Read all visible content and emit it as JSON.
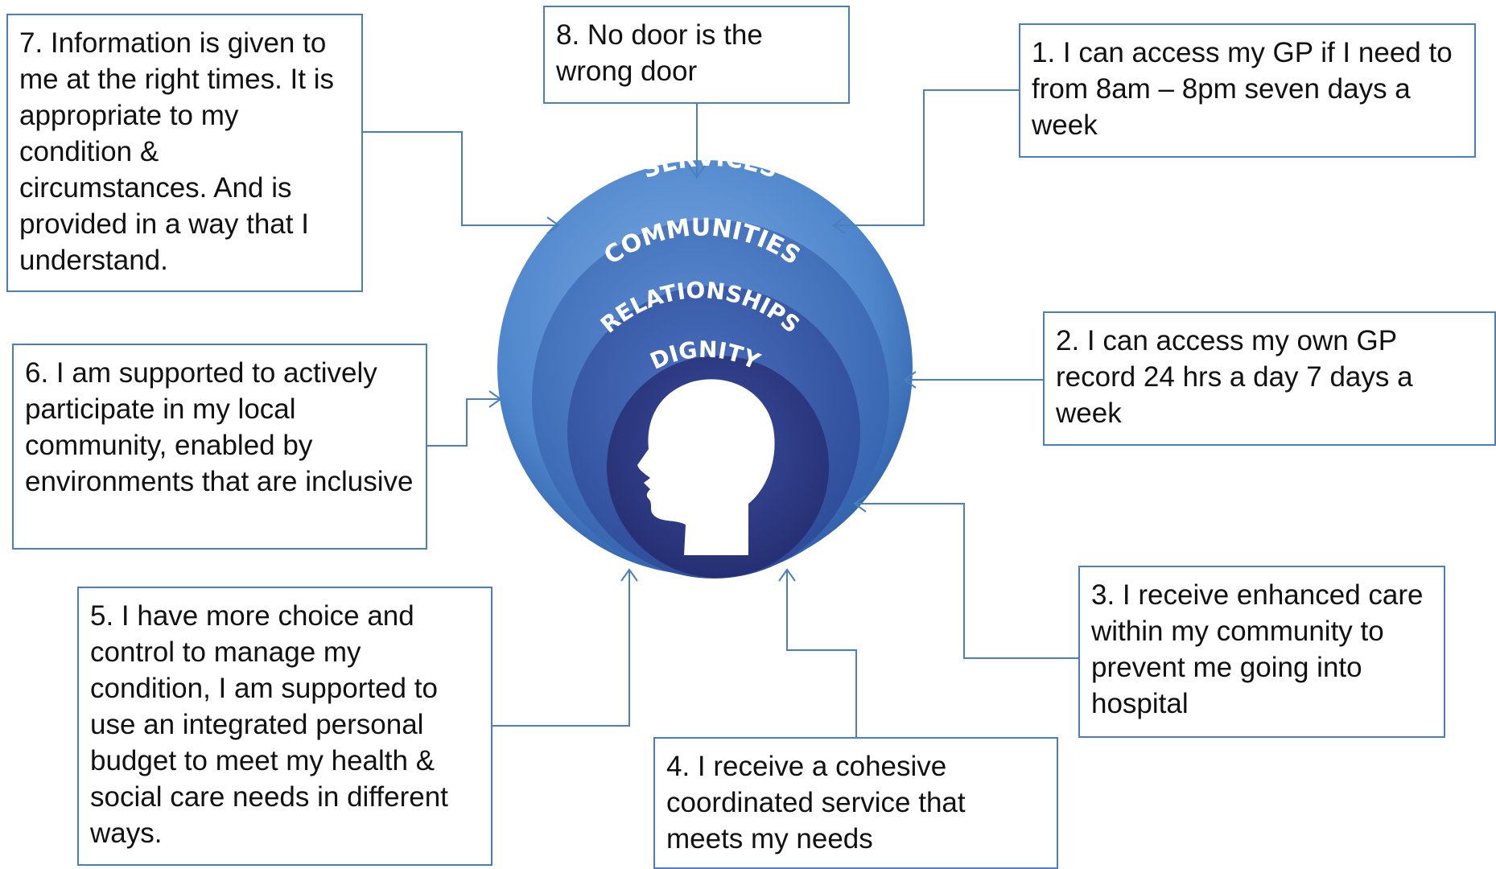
{
  "boxes": {
    "b1": "1. I can access my GP if I need to from 8am – 8pm seven days a week",
    "b2": "2. I can access my own GP record 24 hrs a day 7 days a week",
    "b3": "3. I receive enhanced care within my community to prevent me going into hospital",
    "b4": "4. I receive a cohesive coordinated service that meets my needs",
    "b5": "5. I have more choice and control to manage my condition, I am supported to use an integrated personal budget to meet my health & social care needs in different ways.",
    "b6": "6. I am supported to actively participate in my local community, enabled by environments that are inclusive",
    "b7": "7. Information is given to me at the right times. It is appropriate to my condition & circumstances. And is provided in a way that I understand.",
    "b8": "8. No door is the wrong door"
  },
  "rings": {
    "services": "SERVICES",
    "communities": "COMMUNITIES",
    "relationships": "RELATIONSHIPS",
    "dignity": "DIGNITY"
  },
  "colors": {
    "border": "#4a7fbf",
    "arrow": "#4a7fbf",
    "ring_outer": "#4f86cc",
    "ring_inner": "#242c6e"
  }
}
